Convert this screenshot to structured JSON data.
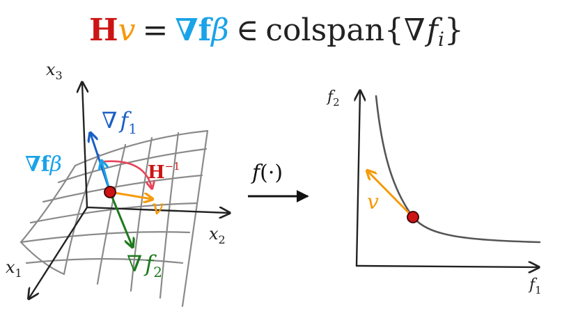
{
  "equation": {
    "H": "H",
    "v": "v",
    "eq": "=",
    "nabla_f_bold": "∇f",
    "beta": "β",
    "in": "∈",
    "colspan": "colspan",
    "lbrace": "{",
    "nabla_f": "∇",
    "f_i": "f",
    "i_sub": "i",
    "rbrace": "}"
  },
  "left": {
    "x3": {
      "var": "x",
      "sub": "3"
    },
    "x2": {
      "var": "x",
      "sub": "2"
    },
    "x1": {
      "var": "x",
      "sub": "1"
    },
    "grad_f1": {
      "nabla": "∇",
      "f": "f",
      "sub": "1"
    },
    "grad_f2": {
      "nabla": "∇",
      "f": "f",
      "sub": "2"
    },
    "grad_f_beta": {
      "bold": "∇f",
      "beta": "β"
    },
    "hinv": {
      "H": "H",
      "sup": "−1"
    },
    "v": "v"
  },
  "mapping": {
    "f": "f",
    "arg": "(·)"
  },
  "right": {
    "f2": {
      "var": "f",
      "sub": "2"
    },
    "f1": {
      "var": "f",
      "sub": "1"
    },
    "v": "v"
  },
  "colors": {
    "red": "#cc1414",
    "orange": "#f59a0a",
    "cyan": "#1aa3e8",
    "blue": "#1a5fc4",
    "green": "#1e7a1e",
    "dark": "#222222",
    "grid": "#8a8a8a",
    "curve": "#555555",
    "pink": "#e8445a"
  }
}
